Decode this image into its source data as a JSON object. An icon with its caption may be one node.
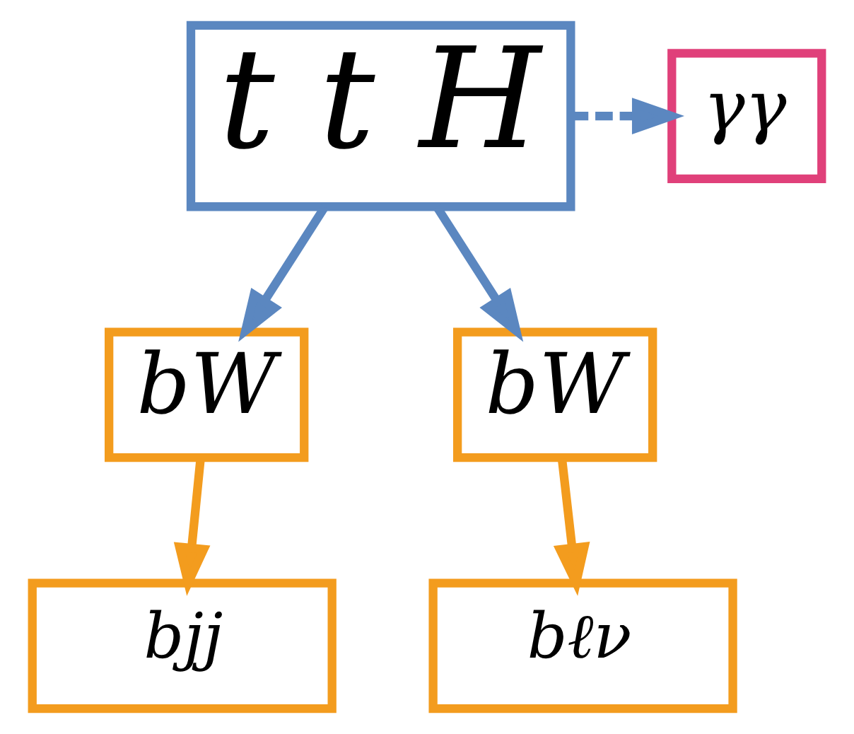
{
  "diagram": {
    "nodes": [
      {
        "text": [
          "t t H"
        ]
      },
      {
        "text": [
          "γγ"
        ]
      },
      {
        "text": [
          "bW"
        ]
      },
      {
        "text": [
          "bW"
        ]
      },
      {
        "text": [
          "bjj"
        ]
      },
      {
        "text": [
          "bℓν"
        ]
      }
    ],
    "edges": [
      {
        "from": 0,
        "to": 1,
        "arrow": "to",
        "style": "dashed",
        "color": "#5b87c0"
      },
      {
        "from": 0,
        "to": 2,
        "arrow": "to",
        "color": "#5b87c0"
      },
      {
        "from": 0,
        "to": 3,
        "arrow": "to",
        "color": "#5b87c0"
      },
      {
        "from": 2,
        "to": 4,
        "arrow": "to",
        "color": "#f39c1e"
      },
      {
        "from": 3,
        "to": 5,
        "arrow": "to",
        "color": "#f39c1e"
      }
    ]
  }
}
